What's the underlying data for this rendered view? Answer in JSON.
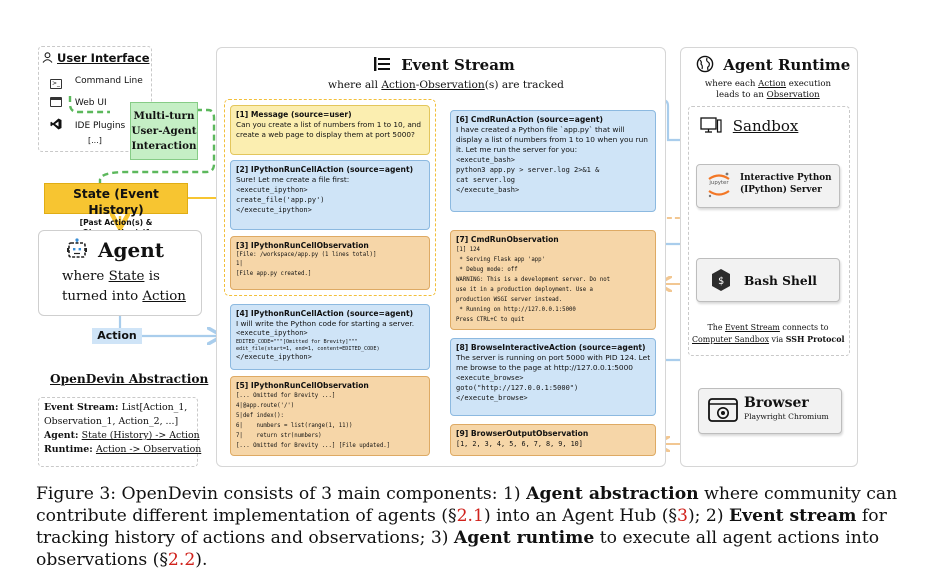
{
  "ui": {
    "title": "User Interface",
    "items": [
      {
        "label": "Command Line",
        "icon": "terminal-icon"
      },
      {
        "label": "Web UI",
        "icon": "web-window-icon"
      },
      {
        "label": "IDE Plugins",
        "icon": "vscode-icon"
      },
      {
        "label": "[...]",
        "icon": ""
      }
    ]
  },
  "multiturn": {
    "line1": "Multi-turn",
    "line2": "User-Agent",
    "line3": "Interaction"
  },
  "state": {
    "title": "State (Event History)",
    "subtitle": "[Past Action(s) & Observation(s)]"
  },
  "agent": {
    "title": "Agent",
    "where": "where ",
    "state_word": "State",
    "is": " is",
    "turned": "turned into ",
    "action_word": "Action"
  },
  "action_label": "Action",
  "abstraction": {
    "title": "OpenDevin Abstraction",
    "lines": [
      {
        "key": "Event Stream: ",
        "val": "List[Action_1,"
      },
      {
        "key": "",
        "val": "Observation_1, Action_2, ...]"
      },
      {
        "key": "Agent: ",
        "val": "State (History) -> Action"
      },
      {
        "key": "Runtime: ",
        "val": "Action -> Observation"
      }
    ]
  },
  "event_stream": {
    "title": "Event Stream",
    "sub_pre": "where all ",
    "sub_u1": "Action",
    "sub_dash": "-",
    "sub_u2": "Observation",
    "sub_post": "(s) are tracked",
    "events": [
      {
        "id": "e1",
        "title": "[1] Message (source=user)",
        "body": "Can you create a list of numbers from 1 to 10, and\ncreate a web page to display them at port 5000?"
      },
      {
        "id": "e2",
        "title": "[2] IPythonRunCellAction (source=agent)",
        "body": "Sure! Let me create a file first:",
        "code": "<execute_ipython>\ncreate_file('app.py')\n</execute_ipython>"
      },
      {
        "id": "e3",
        "title": "[3] IPythonRunCellObservation",
        "code": "[File: /workspace/app.py (1 lines total)]\n1|\n[File app.py created.]"
      },
      {
        "id": "e4",
        "title": "[4] IPythonRunCellAction (source=agent)",
        "body": "I will write the Python code for starting a server.",
        "code": "<execute_ipython>",
        "code2": "EDITED_CODE=\"\"\"[Omitted for Brevity]\"\"\"\nedit_file(start=1, end=1, content=EDITED_CODE)",
        "code3": "</execute_ipython>"
      },
      {
        "id": "e5",
        "title": "[5] IPythonRunCellObservation",
        "code": "[... Omitted for Brevity ...]\n4|@app.route('/')\n5|def index():\n6|    numbers = list(range(1, 11))\n7|    return str(numbers)\n[... Omitted for Brevity ...] [File updated.]"
      },
      {
        "id": "e6",
        "title": "[6] CmdRunAction (source=agent)",
        "body": "I have created a Python file `app.py` that will\ndisplay a list of numbers from 1 to 10 when you run\nit. Let me run the server for you:",
        "code": "<execute_bash>\npython3 app.py > server.log 2>&1 &\ncat server.log\n</execute_bash>"
      },
      {
        "id": "e7",
        "title": "[7] CmdRunObservation",
        "code": "[1] 124\n * Serving Flask app 'app'\n * Debug mode: off\nWARNING: This is a development server. Do not\nuse it in a production deployment. Use a\nproduction WSGI server instead.\n * Running on http://127.0.0.1:5000\nPress CTRL+C to quit"
      },
      {
        "id": "e8",
        "title": "[8] BrowseInteractiveAction (source=agent)",
        "body": "The server is running on port 5000 with PID 124. Let\nme browse to the page at http://127.0.0.1:5000",
        "code": "<execute_browse>\ngoto(\"http://127.0.0.1:5000\")\n</execute_browse>"
      },
      {
        "id": "e9",
        "title": "[9] BrowserOutputObservation",
        "code": "[1, 2, 3, 4, 5, 6, 7, 8, 9, 10]"
      }
    ]
  },
  "runtime": {
    "title": "Agent Runtime",
    "sub1_pre": "where each ",
    "sub1_u": "Action",
    "sub1_post": " execution",
    "sub2_pre": "leads to an ",
    "sub2_u": "Observation",
    "sandbox": "Sandbox",
    "ipython_1": "Interactive Python",
    "ipython_2": "(IPython) Server",
    "jupyter": "jupyter",
    "bash": "Bash Shell",
    "connect_1_pre": "The ",
    "connect_1_u": "Event Stream",
    "connect_1_post": " connects to",
    "connect_2_u": "Computer Sandbox",
    "connect_2_mid": " via ",
    "connect_2_b": "SSH Protocol",
    "browser": "Browser",
    "browser_sub": "Playwright Chromium"
  },
  "caption": {
    "p1": "Figure 3: OpenDevin consists of 3 main components: 1) ",
    "b1": "Agent abstraction",
    "p2": " where community can contribute different implementation of agents (§",
    "r1": "2.1",
    "p3": ") into an Agent Hub (§",
    "r2": "3",
    "p4": "); 2) ",
    "b2": "Event stream",
    "p5": " for tracking history of actions and observations; 3) ",
    "b3": "Agent runtime",
    "p6": " to execute all agent actions into observations (§",
    "r3": "2.2",
    "p7": ")."
  },
  "colors": {
    "blue_arrow": "#a9cdec",
    "orange_arrow": "#f2c792",
    "green": "#5cb85c",
    "yellow": "#f7c531"
  }
}
